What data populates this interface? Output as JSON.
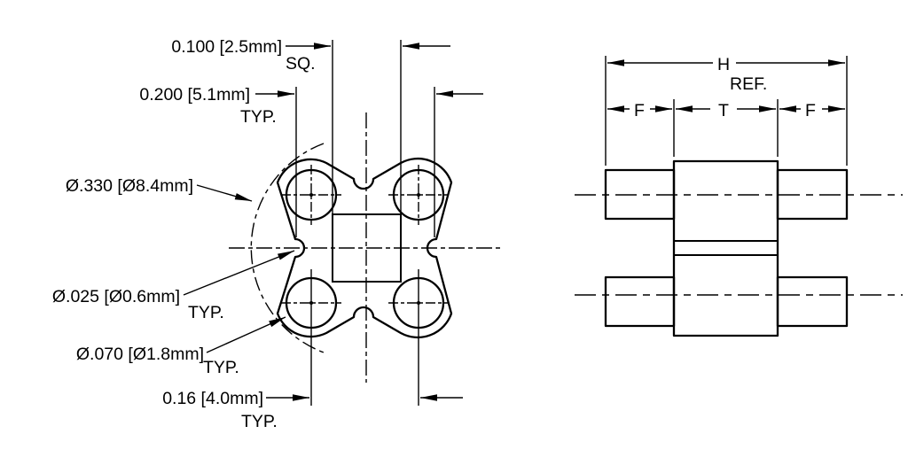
{
  "front_view": {
    "square_dim": "0.100 [2.5mm]",
    "square_suffix": "SQ.",
    "pitch_h_dim": "0.200 [5.1mm]",
    "pitch_h_suffix": "TYP.",
    "bolt_circle_dim": "Ø.330 [Ø8.4mm]",
    "small_hole_dim": "Ø.025 [Ø0.6mm]",
    "small_hole_suffix": "TYP.",
    "large_hole_dim": "Ø.070 [Ø1.8mm]",
    "large_hole_suffix": "TYP.",
    "pitch_v_dim": "0.16 [4.0mm]",
    "pitch_v_suffix": "TYP."
  },
  "side_view": {
    "height_dim": "H",
    "height_suffix": "REF.",
    "flange_left_dim": "F",
    "tube_dim": "T",
    "flange_right_dim": "F"
  },
  "colors": {
    "line": "#000000",
    "background": "#ffffff"
  }
}
